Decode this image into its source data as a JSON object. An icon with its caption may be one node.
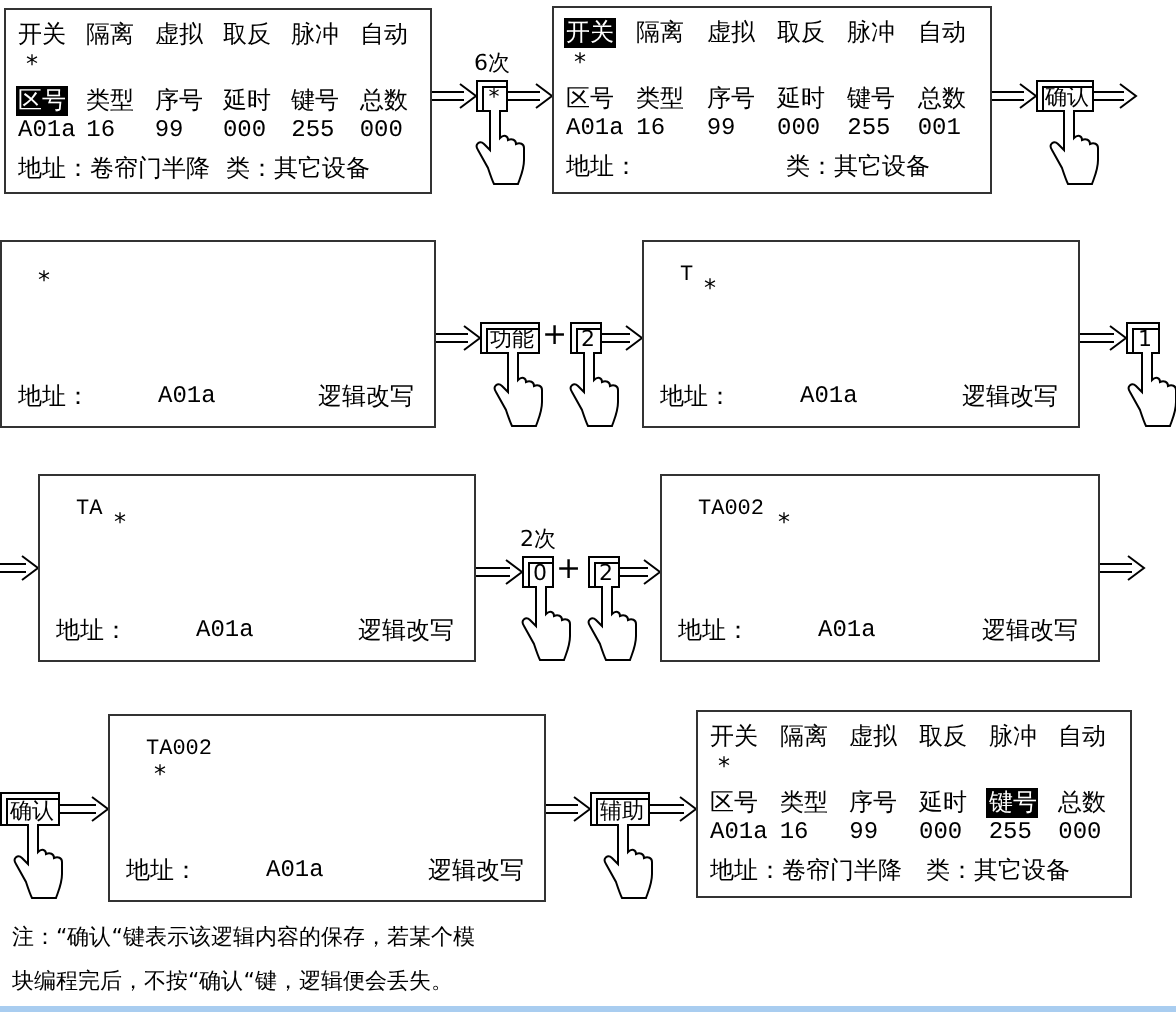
{
  "diagram": {
    "nodes": [
      {
        "text": [
          "开关",
          "隔离",
          "虚拟",
          "取反",
          "脉冲",
          "自动",
          "*",
          "区号",
          "类型",
          "序号",
          "延时",
          "键号",
          "总数",
          "A01a",
          "16",
          "99",
          "000",
          "255",
          "000",
          "地址：卷帘门半降",
          "类：其它设备"
        ]
      },
      {
        "text": [
          "*"
        ],
        "beside": [
          "6次"
        ]
      },
      {
        "text": [
          "开关",
          "隔离",
          "虚拟",
          "取反",
          "脉冲",
          "自动",
          "*",
          "区号",
          "类型",
          "序号",
          "延时",
          "键号",
          "总数",
          "A01a",
          "16",
          "99",
          "000",
          "255",
          "001",
          "地址：",
          "类：其它设备"
        ]
      },
      {
        "text": [
          "确认"
        ]
      },
      {
        "text": [
          "*",
          "地址：",
          "A01a",
          "逻辑改写"
        ]
      },
      {
        "text": [
          "功能"
        ]
      },
      {
        "text": [
          "2"
        ]
      },
      {
        "text": [
          "T",
          "*",
          "地址：",
          "A01a",
          "逻辑改写"
        ]
      },
      {
        "text": [
          "1"
        ]
      },
      {
        "text": [
          "TA",
          "*",
          "地址：",
          "A01a",
          "逻辑改写"
        ]
      },
      {
        "text": [
          "0"
        ],
        "beside": [
          "2次"
        ]
      },
      {
        "text": [
          "2"
        ]
      },
      {
        "text": [
          "TA002",
          "*",
          "地址：",
          "A01a",
          "逻辑改写"
        ]
      },
      {
        "text": [
          "确认"
        ]
      },
      {
        "text": [
          "TA002",
          "*",
          "地址：",
          "A01a",
          "逻辑改写"
        ]
      },
      {
        "text": [
          "辅助"
        ]
      },
      {
        "text": [
          "开关",
          "隔离",
          "虚拟",
          "取反",
          "脉冲",
          "自动",
          "*",
          "区号",
          "类型",
          "序号",
          "延时",
          "键号",
          "总数",
          "A01a",
          "16",
          "99",
          "000",
          "255",
          "000",
          "地址：卷帘门半降",
          "类：其它设备"
        ]
      }
    ],
    "edges": [
      {
        "from": 0,
        "to": 1,
        "arrow": "to"
      },
      {
        "from": 1,
        "to": 2,
        "arrow": "to"
      },
      {
        "from": 2,
        "to": 3,
        "arrow": "to"
      },
      {
        "from": 3,
        "to": null,
        "arrow": "to"
      },
      {
        "from": 4,
        "to": 5,
        "arrow": "to"
      },
      {
        "from": 6,
        "to": 7,
        "arrow": "to"
      },
      {
        "from": 7,
        "to": 8,
        "arrow": "to"
      },
      {
        "from": null,
        "to": 9,
        "arrow": "to"
      },
      {
        "from": 9,
        "to": 10,
        "arrow": "to"
      },
      {
        "from": 11,
        "to": 12,
        "arrow": "to"
      },
      {
        "from": 12,
        "to": null,
        "arrow": "to"
      },
      {
        "from": 13,
        "to": 14,
        "arrow": "to"
      },
      {
        "from": 14,
        "to": 15,
        "arrow": "to"
      },
      {
        "from": 15,
        "to": 16,
        "arrow": "to"
      }
    ],
    "labels": [
      "+",
      "+",
      "注：“确认“键表示该逻辑内容的保存，若某个模块编程完后，不按“确认“键，逻辑便会丢失。"
    ]
  }
}
